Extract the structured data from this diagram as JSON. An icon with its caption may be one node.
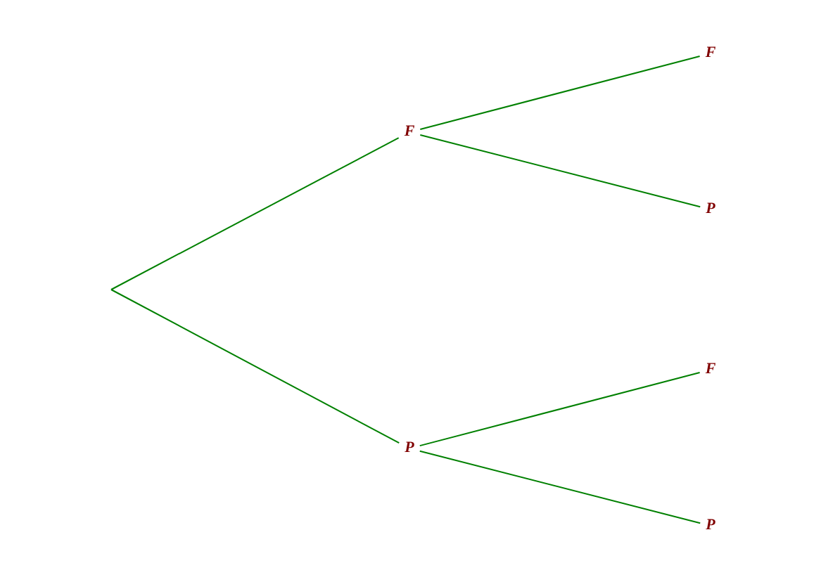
{
  "diagram": {
    "nodes": [
      {
        "text": [
          "F"
        ]
      },
      {
        "text": [
          "P"
        ]
      },
      {
        "text": [
          "F"
        ]
      },
      {
        "text": [
          "P"
        ]
      },
      {
        "text": [
          "F"
        ]
      },
      {
        "text": [
          "P"
        ]
      }
    ],
    "edges": [
      {
        "from": null,
        "to": 0,
        "arrow": "none"
      },
      {
        "from": null,
        "to": 1,
        "arrow": "none"
      },
      {
        "from": 0,
        "to": 2,
        "arrow": "none"
      },
      {
        "from": 0,
        "to": 3,
        "arrow": "none"
      },
      {
        "from": 1,
        "to": 4,
        "arrow": "none"
      },
      {
        "from": 1,
        "to": 5,
        "arrow": "none"
      }
    ]
  }
}
